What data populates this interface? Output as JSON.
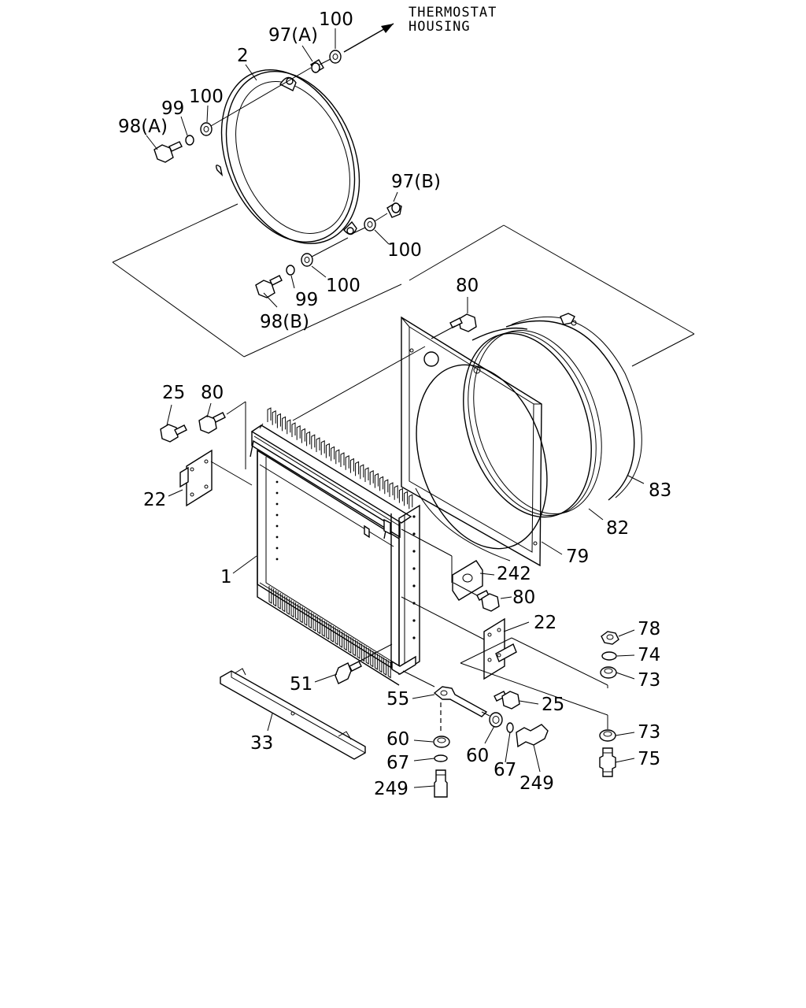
{
  "annotation": {
    "line1": "THERMOSTAT",
    "line2": "HOUSING"
  },
  "callouts": {
    "c100_top": "100",
    "c97a": "97(A)",
    "c2": "2",
    "c100_ring": "100",
    "c99_top": "99",
    "c98a": "98(A)",
    "c97b": "97(B)",
    "c100_right": "100",
    "c100_low": "100",
    "c99_low": "99",
    "c98b": "98(B)",
    "c80_top": "80",
    "c25_left": "25",
    "c80_left": "80",
    "c22_left": "22",
    "c83": "83",
    "c82": "82",
    "c79": "79",
    "c1": "1",
    "c242": "242",
    "c80_mid": "80",
    "c22_right": "22",
    "c78": "78",
    "c74": "74",
    "c73_a": "73",
    "c51": "51",
    "c55": "55",
    "c25_right": "25",
    "c73_b": "73",
    "c33": "33",
    "c60_left": "60",
    "c60_right": "60",
    "c67_left": "67",
    "c67_right": "67",
    "c75": "75",
    "c249_left": "249",
    "c249_right": "249"
  }
}
